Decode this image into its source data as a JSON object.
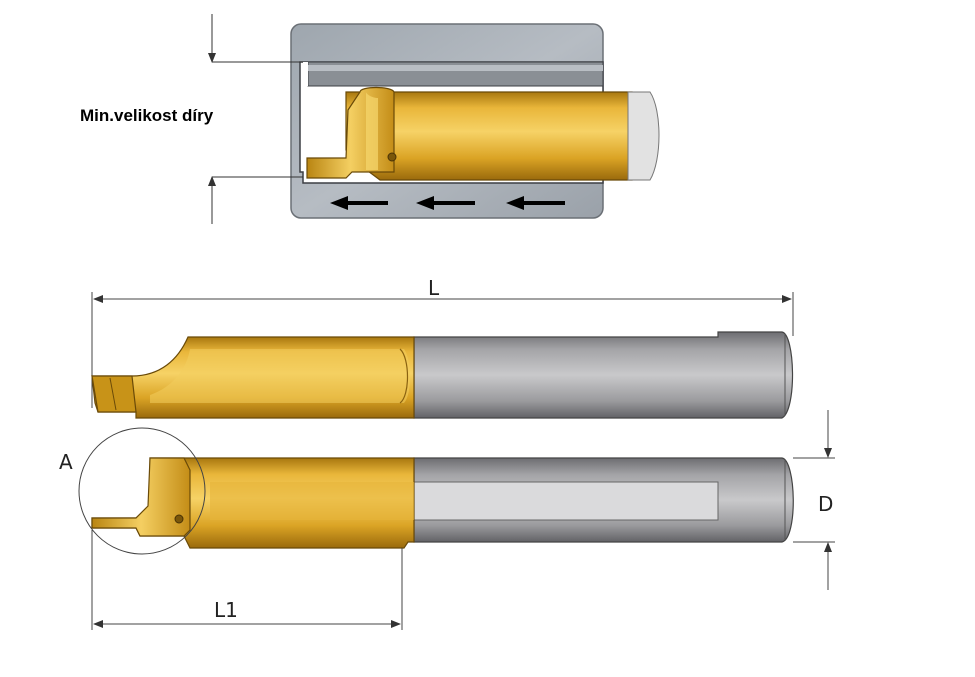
{
  "labels": {
    "min_hole_size": "Min.velikost díry",
    "length_L": "L",
    "length_L1": "L1",
    "diameter_D": "D",
    "detail_A": "A"
  },
  "colors": {
    "gold": "#d9a21c",
    "gold_light": "#f2cf5e",
    "gold_dark": "#a87510",
    "steel": "#9a9a9c",
    "steel_light": "#d2d2d4",
    "steel_dark": "#6c6c70",
    "workpiece": "#a6adb4",
    "workpiece_edge": "#5a5f66",
    "line": "#000000"
  }
}
